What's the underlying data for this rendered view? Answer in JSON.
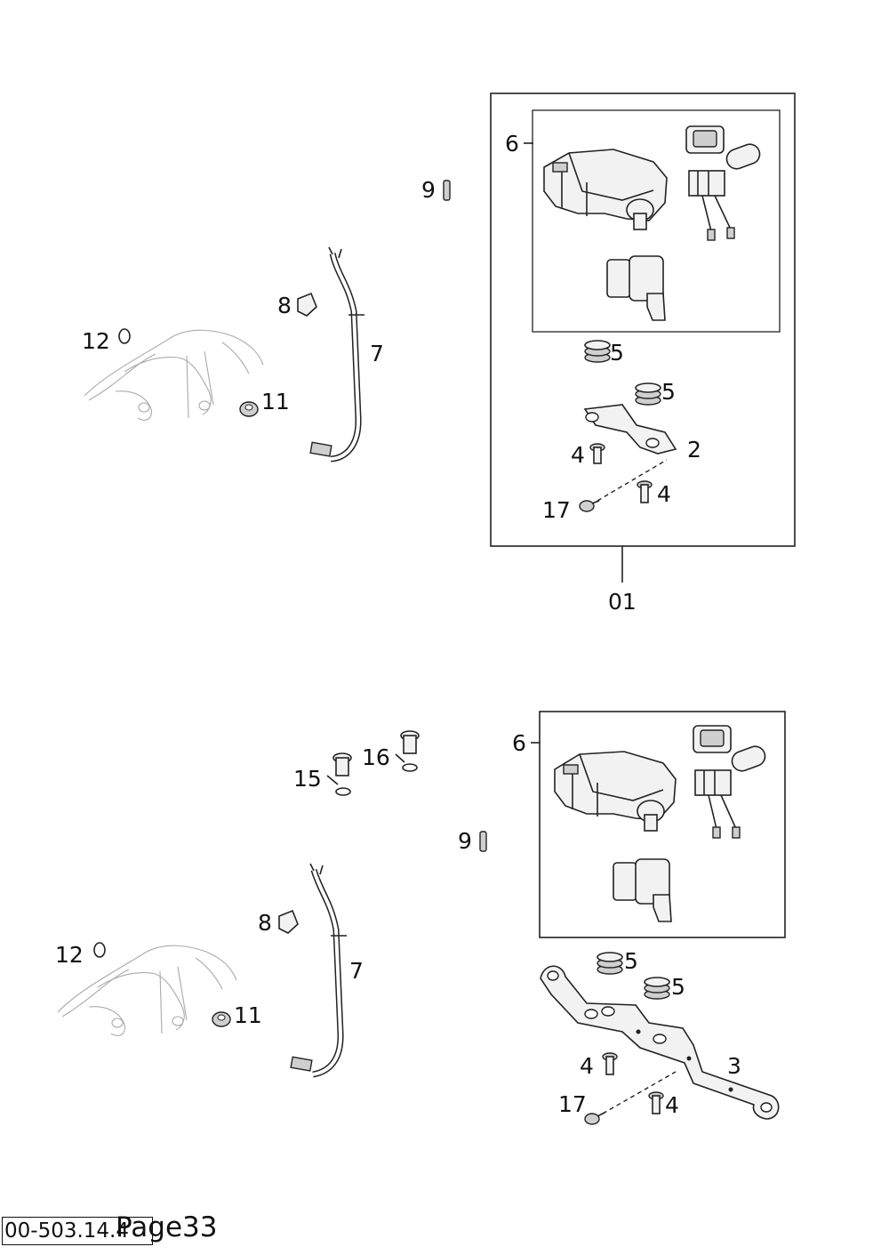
{
  "footer": {
    "code": "00-503.14.4",
    "page": "Page33"
  },
  "labels": {
    "top": {
      "p6": "6",
      "p9": "9",
      "p8": "8",
      "p7": "7",
      "p12": "12",
      "p11": "11",
      "p5a": "5",
      "p5b": "5",
      "p4a": "4",
      "p2": "2",
      "p4b": "4",
      "p17": "17",
      "p01": "01"
    },
    "bottom": {
      "p6": "6",
      "p15": "15",
      "p16": "16",
      "p9": "9",
      "p8": "8",
      "p7": "7",
      "p12": "12",
      "p11": "11",
      "p5a": "5",
      "p5b": "5",
      "p4a": "4",
      "p3": "3",
      "p17": "17",
      "p4b": "4"
    }
  }
}
